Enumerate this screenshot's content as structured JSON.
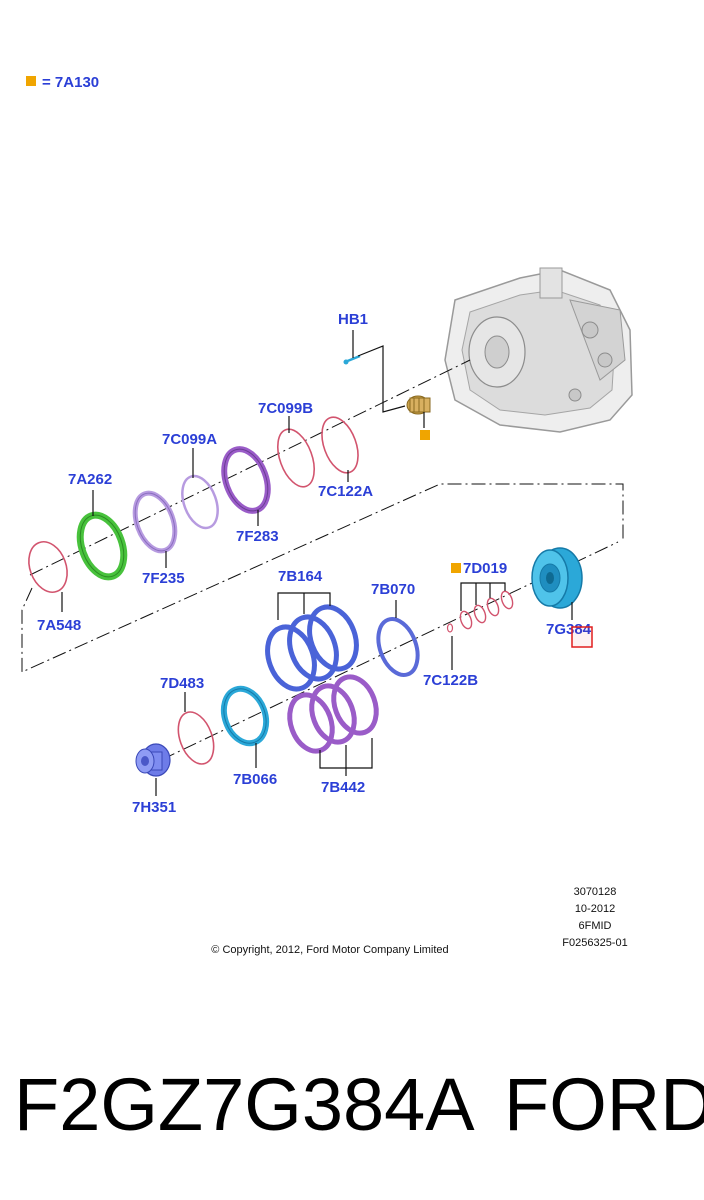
{
  "legend": {
    "swatch_color": "#f0a500",
    "text": "= 7A130"
  },
  "labels": {
    "hb1": "HB1",
    "c099b": "7C099B",
    "c099a": "7C099A",
    "a262": "7A262",
    "c122a": "7C122A",
    "f283": "7F283",
    "f235": "7F235",
    "a548": "7A548",
    "b164": "7B164",
    "b070": "7B070",
    "d019": "7D019",
    "g384": "7G384",
    "c122b": "7C122B",
    "d483": "7D483",
    "b066": "7B066",
    "b442": "7B442",
    "h351": "7H351"
  },
  "meta": [
    "3070128",
    "10-2012",
    "6FMID",
    "F0256325-01"
  ],
  "copyright": "© Copyright, 2012, Ford Motor Company Limited",
  "footer": {
    "part_number": "F2GZ7G384A",
    "brand": "FORD"
  },
  "colors": {
    "label": "#2b3fd6",
    "seal_red": "#d2546e",
    "ring_green": "#48c23c",
    "ring_purple": "#9a5cc8",
    "ring_lavender": "#b79be0",
    "plate_blue": "#4a63d8",
    "cyan": "#2ba8d8",
    "highlight": "#e01e1e"
  }
}
